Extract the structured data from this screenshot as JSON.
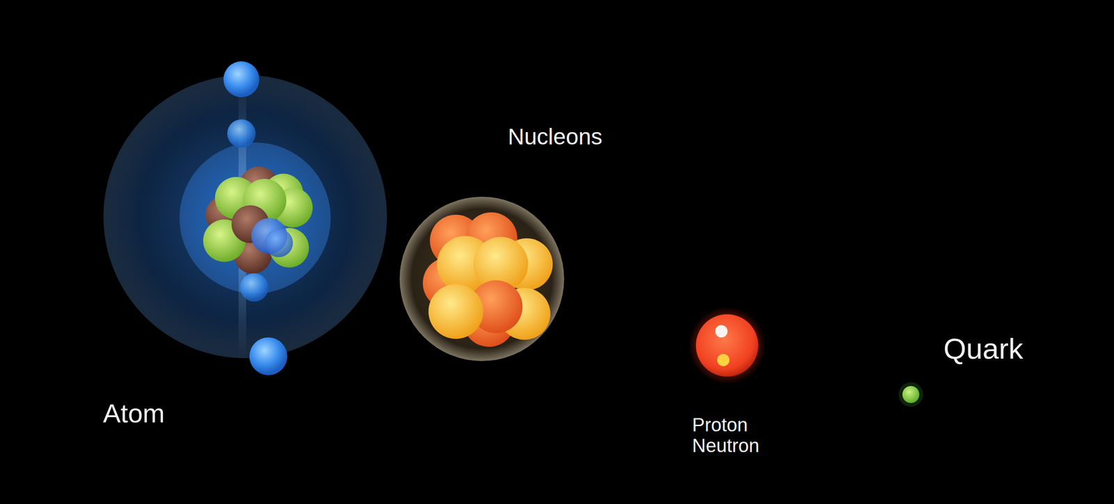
{
  "diagram": {
    "labels": [
      "Atom",
      "Nucleons",
      "Proton Neutron",
      "Quark"
    ]
  }
}
